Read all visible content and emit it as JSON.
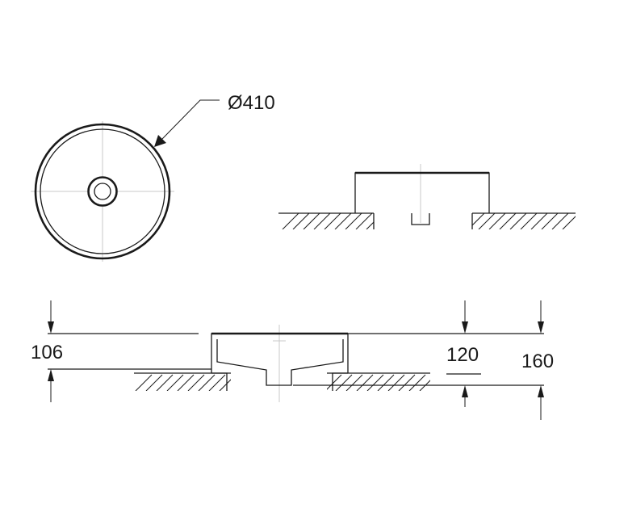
{
  "dimensions": {
    "diameter": "Ø410",
    "basin_height": "106",
    "inner_height": "120",
    "total_height": "160"
  },
  "colors": {
    "line": "#1a1a1a",
    "centerline": "#c8c8c8",
    "background": "#ffffff"
  }
}
